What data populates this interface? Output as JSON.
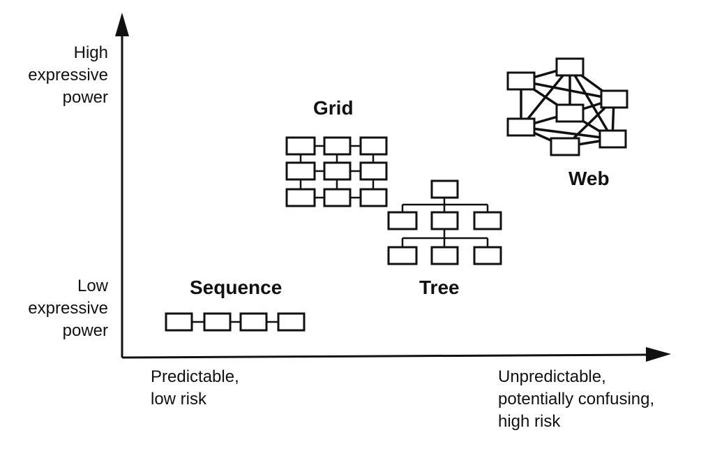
{
  "y_axis": {
    "high_label": [
      "High",
      "expressive",
      "power"
    ],
    "low_label": [
      "Low",
      "expressive",
      "power"
    ]
  },
  "x_axis": {
    "left_label": [
      "Predictable,",
      "low risk"
    ],
    "right_label": [
      "Unpredictable,",
      "potentially confusing,",
      "high risk"
    ]
  },
  "structures": {
    "sequence": "Sequence",
    "grid": "Grid",
    "tree": "Tree",
    "web": "Web"
  }
}
